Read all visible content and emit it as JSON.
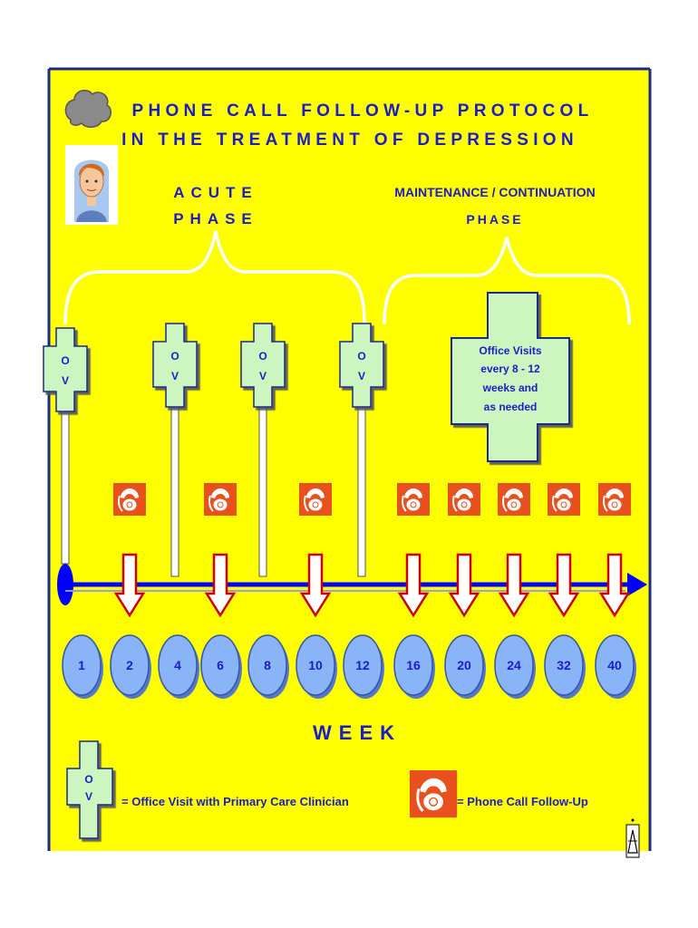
{
  "title": {
    "line1": "PHONE CALL FOLLOW-UP PROTOCOL",
    "line2": "IN THE TREATMENT OF DEPRESSION"
  },
  "phases": {
    "acute": {
      "line1": "ACUTE",
      "line2": "PHASE"
    },
    "maintenance": {
      "line1": "MAINTENANCE / CONTINUATION",
      "line2": "PHASE"
    }
  },
  "office_visit_marker": {
    "letter_top": "O",
    "letter_bottom": "V"
  },
  "office_visits_note": [
    "Office Visits",
    "every 8 - 12",
    "weeks and",
    "as needed"
  ],
  "weeks": [
    "1",
    "2",
    "4",
    "6",
    "8",
    "10",
    "12",
    "16",
    "20",
    "24",
    "32",
    "40"
  ],
  "office_visit_weeks": [
    "1",
    "4",
    "8",
    "12"
  ],
  "phone_call_weeks": [
    "2",
    "6",
    "10",
    "16",
    "20",
    "24",
    "32",
    "40"
  ],
  "axis_label": "WEEK",
  "legend": {
    "office_visit": "=  Office Visit with Primary Care Clinician",
    "phone_call": "=  Phone Call Follow-Up"
  },
  "colors": {
    "background": "#ffff00",
    "border": "#1a2a8a",
    "title": "#1c1cc8",
    "cross_fill": "#ccf5c0",
    "phone_fill": "#e8501e",
    "week_circle": "#8ab4f8",
    "timeline": "#0000ff",
    "arrow_stroke": "#cc0000"
  }
}
